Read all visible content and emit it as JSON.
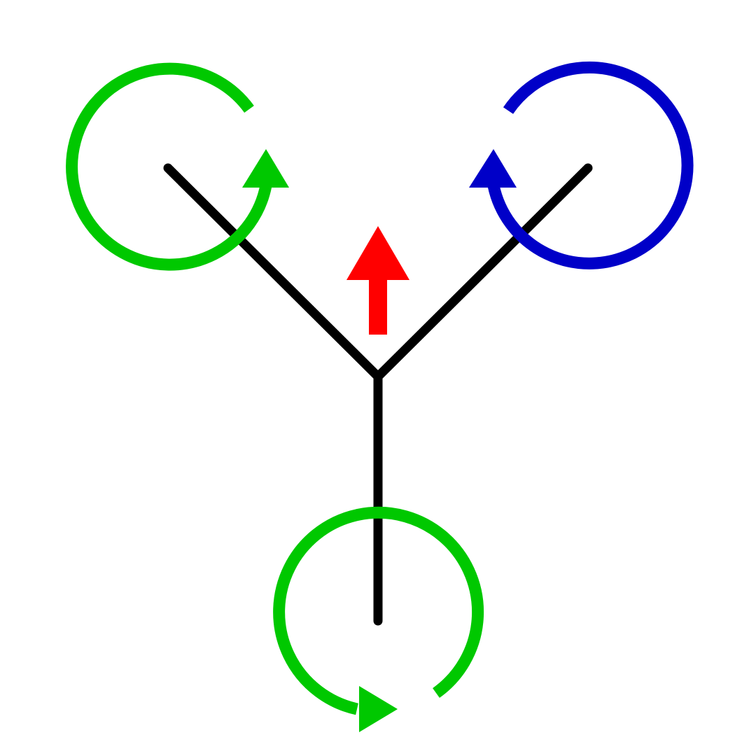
{
  "diagram": {
    "frame_color": "#000000",
    "thrust_arrow": {
      "color": "#ff0000",
      "direction": "up"
    },
    "rotors": [
      {
        "id": "left",
        "color": "#00c800",
        "rotation": "counterclockwise"
      },
      {
        "id": "right",
        "color": "#0000c8",
        "rotation": "clockwise"
      },
      {
        "id": "bottom",
        "color": "#00c800",
        "rotation": "counterclockwise"
      }
    ]
  }
}
